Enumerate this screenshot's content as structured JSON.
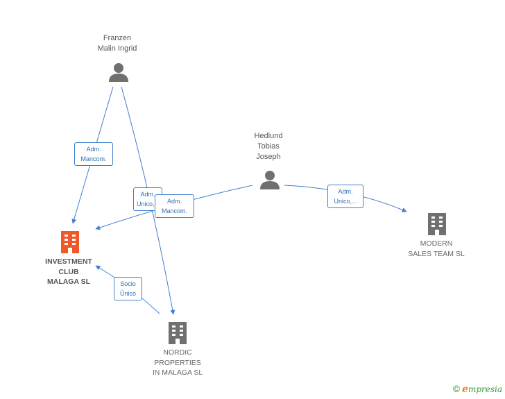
{
  "colors": {
    "edge": "#3f7fcf",
    "person_icon": "#707070",
    "company_icon": "#707070",
    "main_company_icon": "#f0582a",
    "footer": "#3a9b3a"
  },
  "people": [
    {
      "id": "franzen",
      "name_lines": [
        "Franzen",
        "Malin Ingrid"
      ]
    },
    {
      "id": "hedlund",
      "name_lines": [
        "Hedlund",
        "Tobias",
        "Joseph"
      ]
    }
  ],
  "companies": [
    {
      "id": "investment",
      "name_lines": [
        "INVESTMENT",
        "CLUB",
        "MALAGA  SL"
      ],
      "main": true
    },
    {
      "id": "modern",
      "name_lines": [
        "MODERN",
        "SALES TEAM  SL"
      ],
      "main": false
    },
    {
      "id": "nordic",
      "name_lines": [
        "NORDIC",
        "PROPERTIES",
        "IN MALAGA  SL"
      ],
      "main": false
    }
  ],
  "edges": [
    {
      "id": "franzen-investment",
      "from": "franzen",
      "to": "investment",
      "label_lines": [
        "Adm.",
        "Mancom."
      ]
    },
    {
      "id": "franzen-nordic",
      "from": "franzen",
      "to": "nordic",
      "label_lines": [
        "Adm.",
        "Unico,..."
      ]
    },
    {
      "id": "hedlund-investment",
      "from": "hedlund",
      "to": "investment",
      "label_lines": [
        "Adm.",
        "Mancom."
      ]
    },
    {
      "id": "hedlund-modern",
      "from": "hedlund",
      "to": "modern",
      "label_lines": [
        "Adm.",
        "Unico,..."
      ]
    },
    {
      "id": "nordic-investment",
      "from": "nordic",
      "to": "investment",
      "label_lines": [
        "Socio",
        "Único"
      ]
    }
  ],
  "footer": {
    "copyright_symbol": "©",
    "brand_initial": "e",
    "brand_rest": "mpresia"
  }
}
